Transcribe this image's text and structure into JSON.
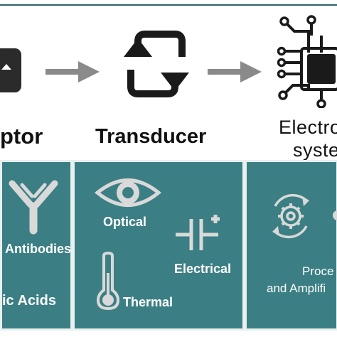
{
  "headings": {
    "receptor": "ptor",
    "transducer": "Transducer",
    "electronic_line1": "Electro",
    "electronic_line2": "syste"
  },
  "receptor_panel": {
    "item1": "Antibodies",
    "item2": "ic Acids"
  },
  "transducer_panel": {
    "optical": "Optical",
    "electrical": "Electrical",
    "thermal": "Thermal"
  },
  "electronic_panel": {
    "line1": "Proce",
    "line2": "and Amplifi"
  },
  "colors": {
    "panel": "#3b7f84",
    "arrow": "#8a8a8a",
    "icon_dark": "#1a1a1a",
    "panel_icon": "#d9d9d9"
  },
  "icons": [
    "receptor-chip-icon",
    "refresh-cycle-icon",
    "processor-chip-icon",
    "antibody-icon",
    "eye-icon",
    "capacitor-icon",
    "thermometer-icon",
    "gear-cycle-icon"
  ]
}
